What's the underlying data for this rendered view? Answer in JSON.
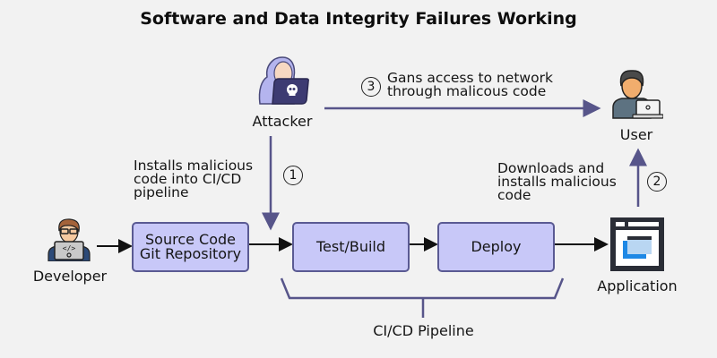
{
  "title": "Software and Data Integrity Failures Working",
  "actors": {
    "attacker": "Attacker",
    "user": "User",
    "developer": "Developer",
    "application": "Application"
  },
  "stages": [
    {
      "id": "source",
      "label": "Source Code\nGit Repository"
    },
    {
      "id": "build",
      "label": "Test/Build"
    },
    {
      "id": "deploy",
      "label": "Deploy"
    }
  ],
  "steps": [
    {
      "number": "1",
      "text": "Installs malicious\ncode into CI/CD\npipeline"
    },
    {
      "number": "2",
      "text": "Downloads and\ninstalls malicious\ncode"
    },
    {
      "number": "3",
      "text": "Gans access to network\nthrough malicous code"
    }
  ],
  "pipeline_label": "CI/CD Pipeline",
  "colors": {
    "background": "#f2f2f2",
    "box_fill": "#c8c8f8",
    "box_border": "#5a5a93",
    "arrow_purple": "#57558a",
    "arrow_black": "#111111"
  }
}
